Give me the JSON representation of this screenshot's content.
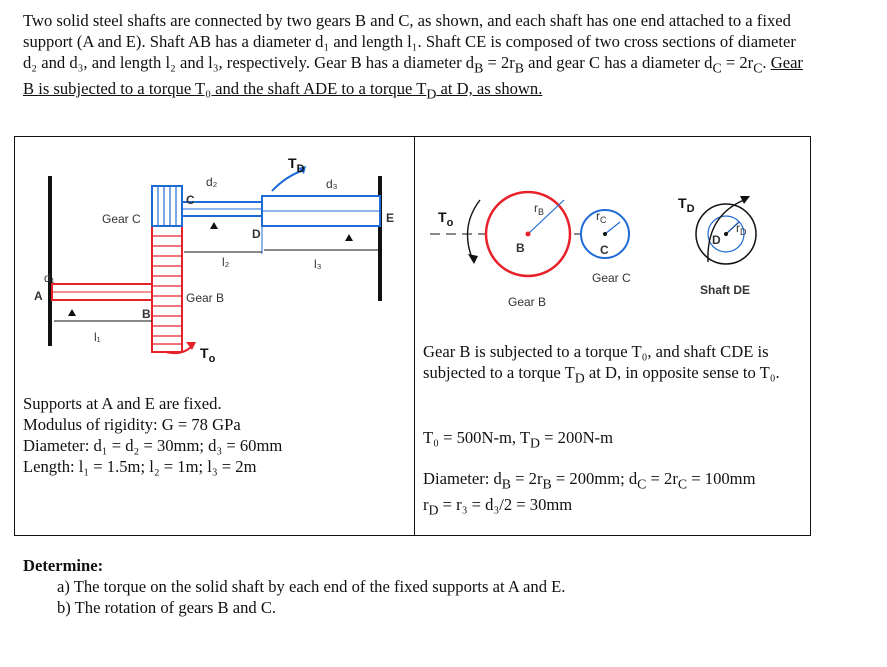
{
  "intro": {
    "p1": "Two solid steel shafts are connected by two gears B and C, as shown, and each shaft has one end attached to a fixed support (A and E).  Shaft AB has a diameter d₁ and length l₁.  Shaft CE is composed of two cross sections of diameter d₂ and d₃, and length l₂ and l₃, respectively.  Gear B has a diameter d",
    "p1_sub_b": "B",
    "p1_b": " = 2r",
    "p1_sub_rb": "B",
    "p1_c": " and gear C has a diameter d",
    "p1_sub_c": "C",
    "p1_d": " = 2r",
    "p1_sub_rc": "C",
    "p1_e": ".  ",
    "underlined": "Gear B is subjected to a torque T₀ and the shaft ADE to a torque T",
    "underlined_sub": "D",
    "underlined_end": " at D, as shown."
  },
  "figure_left": {
    "label_gear_c": "Gear C",
    "label_gear_b": "Gear B",
    "label_a": "A",
    "label_b": "B",
    "label_c": "C",
    "label_d": "D",
    "label_e": "E",
    "label_d1": "d₁",
    "label_d2": "d₂",
    "label_d3": "d₃",
    "label_l1": "l₁",
    "label_l2": "l₂",
    "label_l3": "l₃",
    "label_td": "T",
    "label_td_sub": "D",
    "label_to": "T",
    "label_to_sub": "o"
  },
  "figure_right": {
    "label_to": "T",
    "label_to_sub": "o",
    "label_rb": "r",
    "label_rb_sub": "B",
    "label_rc": "r",
    "label_rc_sub": "C",
    "label_b": "B",
    "label_c": "C",
    "label_gear_c": "Gear C",
    "label_gear_b": "Gear B",
    "label_td": "T",
    "label_td_sub": "D",
    "label_rd": "r",
    "label_rd_sub": "D",
    "label_d": "D",
    "label_shaft_de": "Shaft DE"
  },
  "given": {
    "line1": "Supports at A and E are fixed.",
    "line2": "Modulus of rigidity: G = 78 GPa",
    "line3": "Diameter: d₁ = d₂ = 30mm; d₃ = 60mm",
    "line4": "Length: l₁ = 1.5m; l₂ = 1m; l₃ = 2m"
  },
  "right_text": {
    "para": "Gear B is subjected to a torque T₀, and shaft CDE is subjected to a torque T",
    "para_sub": "D",
    "para_end": " at D, in opposite sense to T₀.",
    "loads": "T₀ = 500N-m, T",
    "loads_sub": "D",
    "loads_end": " = 200N-m",
    "diam1_a": "Diameter: d",
    "diam1_sub1": "B",
    "diam1_b": " = 2r",
    "diam1_sub2": "B",
    "diam1_c": " = 200mm; d",
    "diam1_sub3": "C",
    "diam1_d": " = 2r",
    "diam1_sub4": "C",
    "diam1_e": " = 100mm",
    "diam2_a": "r",
    "diam2_sub1": "D",
    "diam2_b": " = r₃ = d₃/2 = 30mm"
  },
  "determine": {
    "heading": "Determine:",
    "qa": "a)  The torque on the solid shaft by each end of the fixed supports at A and E.",
    "qb": "b)  The rotation of gears B and C."
  },
  "colors": {
    "red": "#e8202a",
    "blue": "#1f6bd6",
    "light_blue": "#4a90d9",
    "dark_blue": "#14479c"
  }
}
